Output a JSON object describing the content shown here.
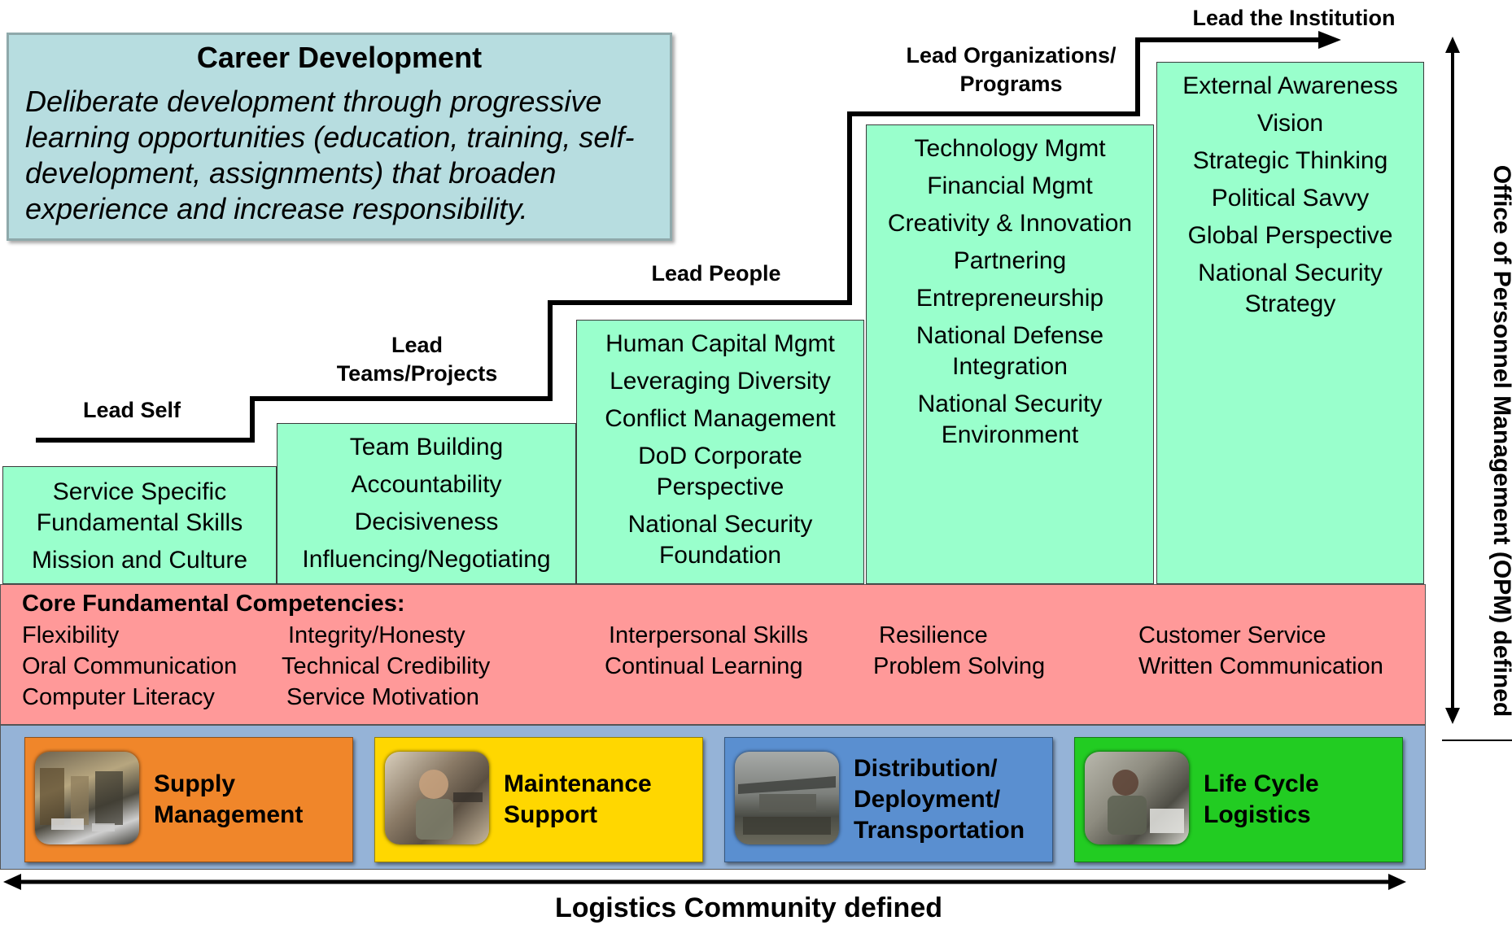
{
  "career_development": {
    "title": "Career Development",
    "description": "Deliberate development through progressive learning opportunities (education, training, self-development, assignments) that broaden experience and increase responsibility."
  },
  "stair_labels": {
    "lead_self": "Lead Self",
    "lead_teams": "Lead Teams/Projects",
    "lead_people": "Lead People",
    "lead_orgs": "Lead Organizations/ Programs",
    "lead_institution": "Lead the Institution"
  },
  "levels": [
    {
      "items": [
        "Service Specific Fundamental Skills",
        "Mission and Culture"
      ]
    },
    {
      "items": [
        "Team Building",
        "Accountability",
        "Decisiveness",
        "Influencing/Negotiating"
      ]
    },
    {
      "items": [
        "Human Capital Mgmt",
        "Leveraging Diversity",
        "Conflict Management",
        "DoD Corporate Perspective",
        "National Security Foundation"
      ]
    },
    {
      "items": [
        "Technology Mgmt",
        "Financial Mgmt",
        "Creativity & Innovation",
        "Partnering",
        "Entrepreneurship",
        "National Defense Integration",
        "National Security Environment"
      ]
    },
    {
      "items": [
        "External Awareness",
        "Vision",
        "Strategic Thinking",
        "Political Savvy",
        "Global Perspective",
        "National Security Strategy"
      ]
    }
  ],
  "core": {
    "title": "Core Fundamental Competencies:",
    "columns": [
      [
        "Flexibility",
        "Oral Communication",
        "Computer Literacy"
      ],
      [
        "Integrity/Honesty",
        "Technical Credibility",
        "Service Motivation"
      ],
      [
        "Interpersonal Skills",
        "Continual Learning"
      ],
      [
        "Resilience",
        "Problem Solving"
      ],
      [
        "Customer Service",
        "Written Communication"
      ]
    ]
  },
  "functions": [
    {
      "label": "Supply Management",
      "color": "#f0862a"
    },
    {
      "label": "Maintenance Support",
      "color": "#ffd700"
    },
    {
      "label": "Distribution/ Deployment/ Transportation",
      "color": "#5a8fd0"
    },
    {
      "label": "Life Cycle Logistics",
      "color": "#22cc22"
    }
  ],
  "bottom_label": "Logistics Community defined",
  "side_label": "Office of Personnel Management (OPM) defined"
}
